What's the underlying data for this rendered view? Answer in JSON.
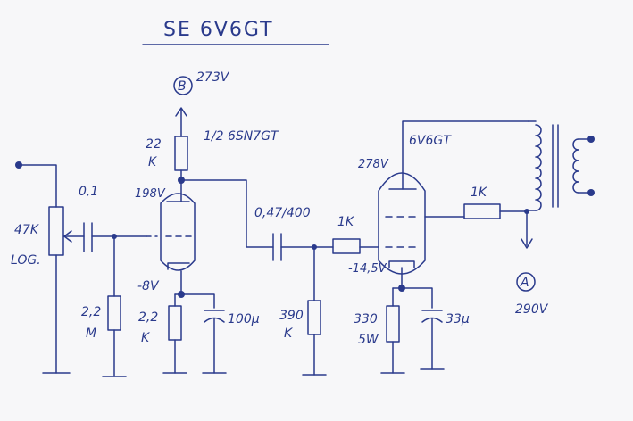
{
  "title": "SE 6V6GT",
  "supply": {
    "b_marker": "B",
    "b_voltage": "273V",
    "a_marker": "A",
    "a_voltage": "290V"
  },
  "input": {
    "pot_value": "47K",
    "pot_taper": "LOG.",
    "coupling_cap": "0,1"
  },
  "driver": {
    "tube": "1/2 6SN7GT",
    "plate_res_line1": "22",
    "plate_res_line2": "K",
    "plate_voltage": "198V",
    "cathode_voltage": "-8V",
    "grid_res_line1": "2,2",
    "grid_res_line2": "M",
    "cathode_res_line1": "2,2",
    "cathode_res_line2": "K",
    "cathode_cap": "100µ"
  },
  "interstage": {
    "coupling_cap": "0,47/400",
    "grid_stopper": "1K",
    "grid_res_line1": "390",
    "grid_res_line2": "K"
  },
  "output": {
    "tube": "6V6GT",
    "plate_voltage": "278V",
    "cathode_voltage": "-14,5V",
    "screen_res": "1K",
    "cathode_res_line1": "330",
    "cathode_res_line2": "5W",
    "cathode_cap": "33µ"
  }
}
